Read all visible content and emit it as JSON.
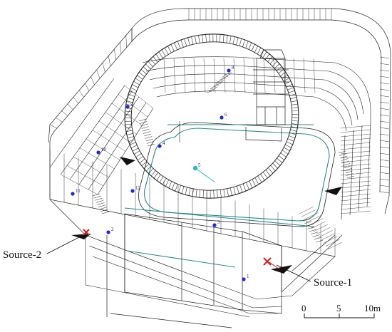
{
  "labels": {
    "source_1": "Source-1",
    "source_2": "Source-2"
  },
  "receivers": [
    {
      "id": "1",
      "label": "8"
    },
    {
      "id": "2",
      "label": "7"
    },
    {
      "id": "3",
      "label": "6"
    },
    {
      "id": "4",
      "label": "4"
    },
    {
      "id": "5",
      "label": "10"
    },
    {
      "id": "6",
      "label": "5"
    },
    {
      "id": "7",
      "label": "11"
    },
    {
      "id": "8",
      "label": "12"
    },
    {
      "id": "9",
      "label": "3"
    },
    {
      "id": "10",
      "label": "1"
    },
    {
      "id": "11",
      "label": "2"
    }
  ],
  "scale_bar": {
    "ticks": [
      "0",
      "5",
      "10m"
    ]
  },
  "colors": {
    "line": "#222222",
    "accent_rink": "#2a8a8a",
    "receiver": "#1a2fd0",
    "receiver_center": "#25b8d8",
    "source": "#d81818"
  }
}
